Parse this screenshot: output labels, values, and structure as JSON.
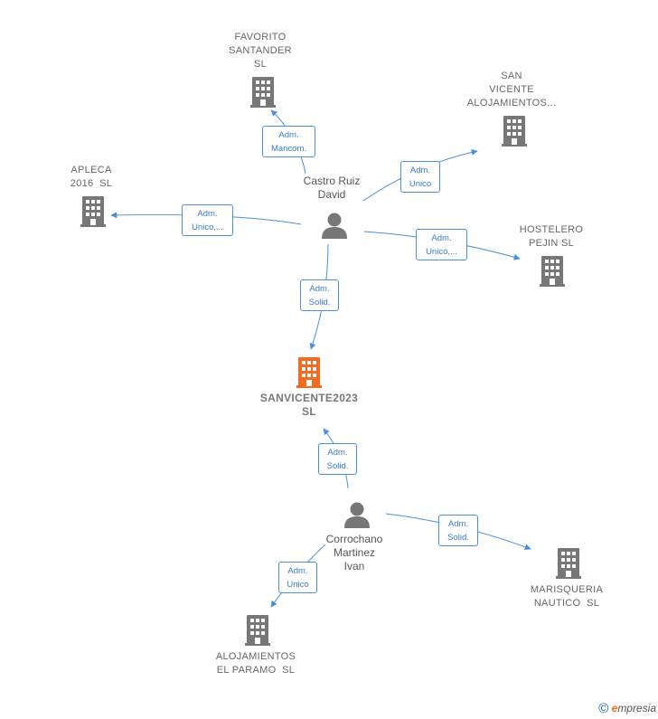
{
  "colors": {
    "company": "#777777",
    "company_main": "#f26b22",
    "person": "#777777",
    "edge": "#4a90d9",
    "role_text": "#3a7bc8"
  },
  "companies": {
    "favorito": {
      "lines": [
        "FAVORITO",
        "SANTANDER",
        "SL"
      ],
      "icon": "building-icon"
    },
    "san_vicente_aloj": {
      "lines": [
        "SAN",
        "VICENTE",
        "ALOJAMIENTOS..."
      ],
      "icon": "building-icon"
    },
    "apleca": {
      "lines": [
        "APLECA",
        "2016  SL"
      ],
      "icon": "building-icon"
    },
    "hostelero": {
      "lines": [
        "HOSTELERO",
        "PEJIN SL"
      ],
      "icon": "building-icon"
    },
    "sanvicente2023": {
      "lines": [
        "SANVICENTE2023",
        "SL"
      ],
      "icon": "building-icon"
    },
    "marisqueria": {
      "lines": [
        "MARISQUERIA",
        "NAUTICO  SL"
      ],
      "icon": "building-icon"
    },
    "alojamientos_paramo": {
      "lines": [
        "ALOJAMIENTOS",
        "EL PARAMO  SL"
      ],
      "icon": "building-icon"
    }
  },
  "persons": {
    "castro": {
      "lines": [
        "Castro Ruiz",
        "David"
      ],
      "icon": "person-icon"
    },
    "corrochano": {
      "lines": [
        "Corrochano",
        "Martinez",
        "Ivan"
      ],
      "icon": "person-icon"
    }
  },
  "roles": {
    "castro_favorito": {
      "lines": [
        "Adm.",
        "Mancom."
      ]
    },
    "castro_sanvicente_aloj": {
      "lines": [
        "Adm.",
        "Unico"
      ]
    },
    "castro_apleca": {
      "lines": [
        "Adm.",
        "Unico,..."
      ]
    },
    "castro_hostelero": {
      "lines": [
        "Adm.",
        "Unico,..."
      ]
    },
    "castro_sanvicente2023": {
      "lines": [
        "Adm.",
        "Solid."
      ]
    },
    "corrochano_sanvicente2023": {
      "lines": [
        "Adm.",
        "Solid."
      ]
    },
    "corrochano_marisqueria": {
      "lines": [
        "Adm.",
        "Solid."
      ]
    },
    "corrochano_paramo": {
      "lines": [
        "Adm.",
        "Unico"
      ]
    }
  },
  "footer": {
    "copyright": "©",
    "brand_e": "e",
    "brand_rest": "mpresia"
  }
}
